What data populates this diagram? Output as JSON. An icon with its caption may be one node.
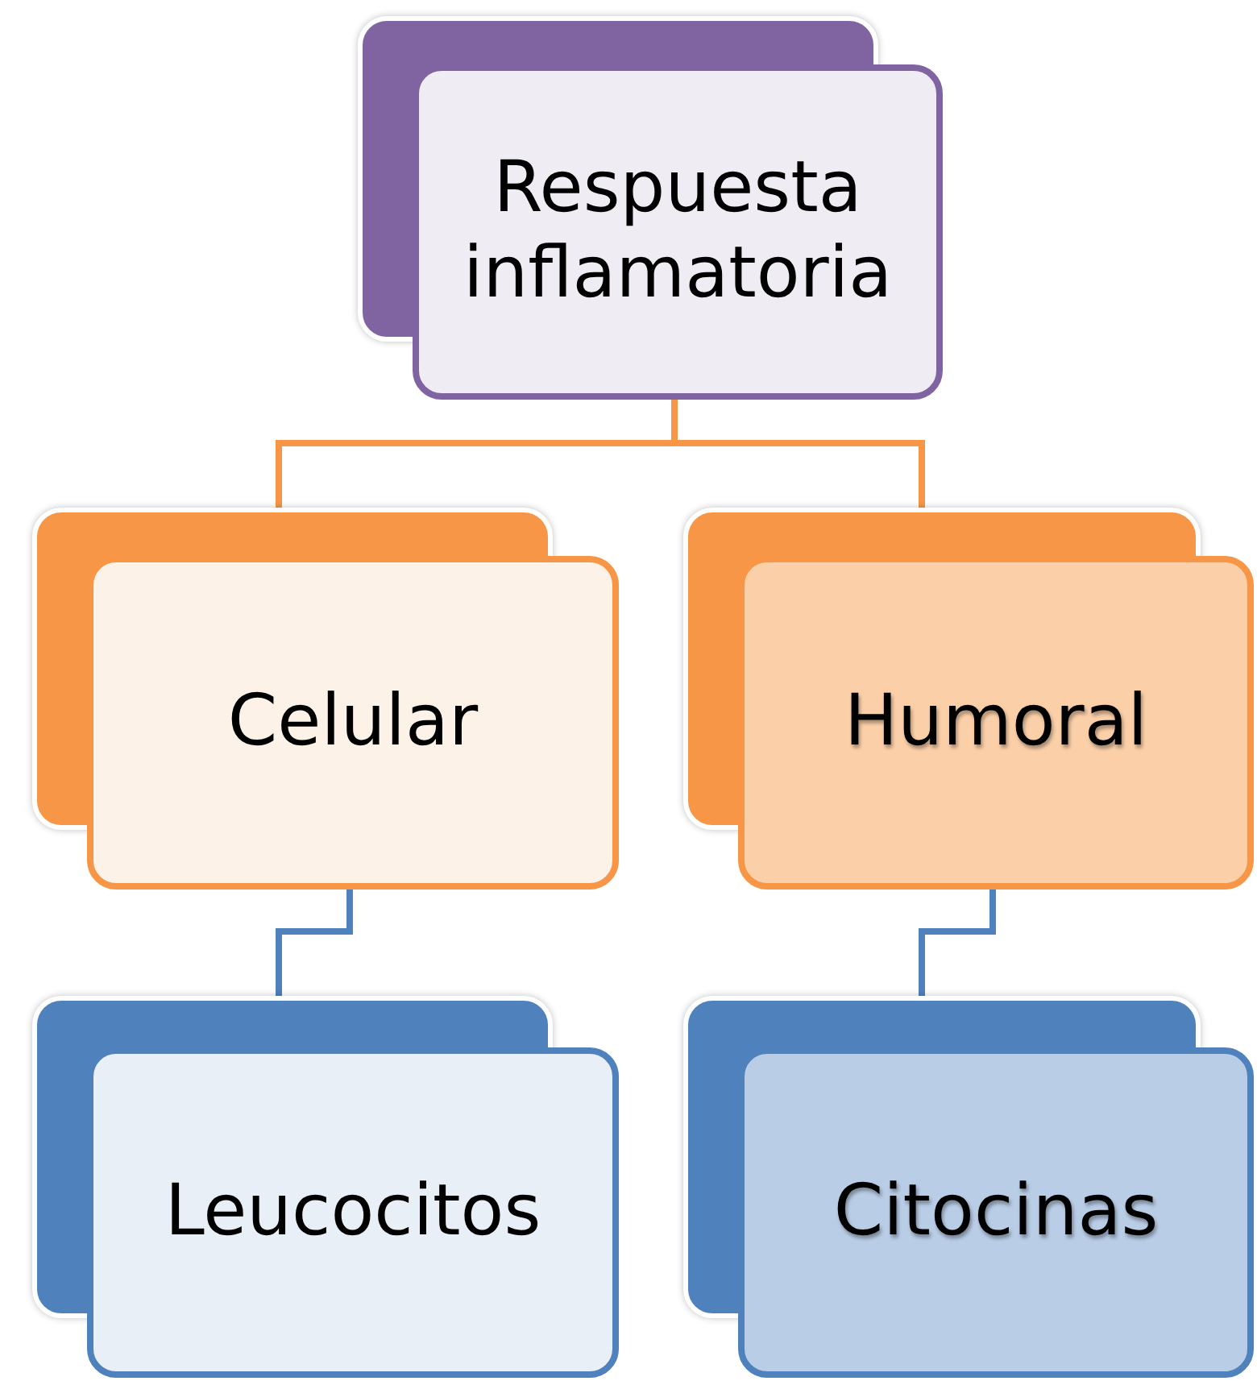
{
  "diagram": {
    "nodes": [
      {
        "text": [
          "Respuesta inflamatoria"
        ]
      },
      {
        "text": [
          "Celular"
        ]
      },
      {
        "text": [
          "Humoral"
        ]
      },
      {
        "text": [
          "Leucocitos"
        ]
      },
      {
        "text": [
          "Citocinas"
        ]
      }
    ],
    "edges": [
      {
        "from": 0,
        "to": 1,
        "arrow": "none",
        "color": "#f79646"
      },
      {
        "from": 0,
        "to": 2,
        "arrow": "none",
        "color": "#f79646"
      },
      {
        "from": 1,
        "to": 3,
        "arrow": "none",
        "color": "#4f81bd"
      },
      {
        "from": 2,
        "to": 4,
        "arrow": "none",
        "color": "#4f81bd"
      }
    ]
  }
}
